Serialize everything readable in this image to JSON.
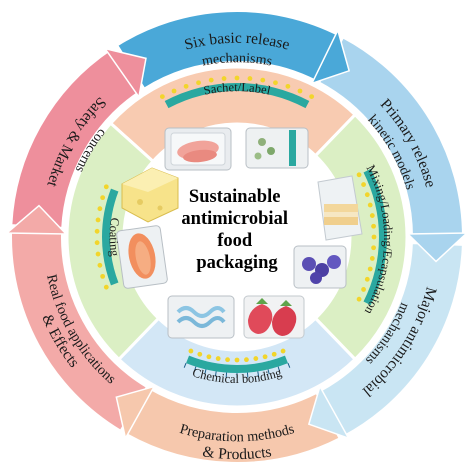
{
  "title_lines": [
    "Sustainable",
    "antimicrobial",
    "food",
    "packaging"
  ],
  "outer_ring": [
    {
      "label_lines": [
        "Six basic release",
        "mechanisms"
      ],
      "color": "#4aa8d8"
    },
    {
      "label_lines": [
        "Primary release",
        "kinetic models"
      ],
      "color": "#a9d4ee"
    },
    {
      "label_lines": [
        "Major antimicrobial",
        "mechanisms"
      ],
      "color": "#c9e5f3"
    },
    {
      "label_lines": [
        "Preparation methods",
        "& Products"
      ],
      "color": "#f6c8ad"
    },
    {
      "label_lines": [
        "Real food applications",
        "& Effects"
      ],
      "color": "#f3aaa8"
    },
    {
      "label_lines": [
        "Safety & Market",
        "concerns"
      ],
      "color": "#ee8f9c"
    }
  ],
  "inner_ring": [
    {
      "label": "Sachet/Label",
      "color": "#f8cbb1"
    },
    {
      "label": "Mixing/Loading/Ecapsulation",
      "color": "#dbefc4"
    },
    {
      "label": "Chemical bonding",
      "color": "#d3e7f6"
    },
    {
      "label": "Coating",
      "color": "#dbefc4"
    }
  ],
  "colors": {
    "dot": "#f2d52b",
    "strip": "#2aa8a0",
    "plate": "#dcdcdc"
  },
  "food_icons": [
    "fish-tray-icon",
    "bread-tray-icon",
    "cheese-icon",
    "salmon-pack-icon",
    "sandwich-bag-icon",
    "grape-box-icon",
    "shrimp-tray-icon",
    "strawberry-icon"
  ]
}
